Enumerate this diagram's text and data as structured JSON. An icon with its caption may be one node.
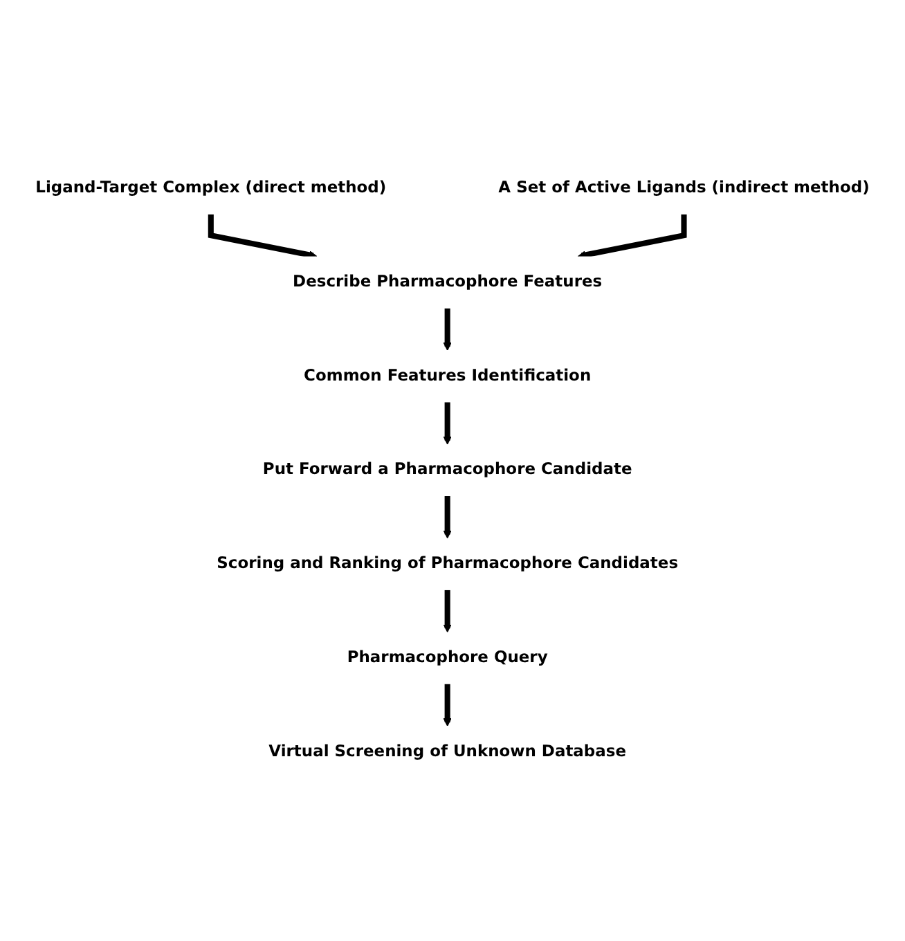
{
  "diagram": {
    "nodes": [
      {
        "text": [
          "Ligand-Target Complex (direct method)"
        ]
      },
      {
        "text": [
          "A Set of Active Ligands (indirect method)"
        ]
      },
      {
        "text": [
          "Describe Pharmacophore Features"
        ]
      },
      {
        "text": [
          "Common Features Identification"
        ]
      },
      {
        "text": [
          "Put Forward a Pharmacophore Candidate"
        ]
      },
      {
        "text": [
          "Scoring and Ranking of Pharmacophore Candidates"
        ]
      },
      {
        "text": [
          "Pharmacophore Query"
        ]
      },
      {
        "text": [
          "Virtual Screening of Unknown Database"
        ]
      }
    ],
    "edges": [
      {
        "from": 0,
        "to": 2,
        "arrow": "to"
      },
      {
        "from": 1,
        "to": 2,
        "arrow": "to"
      },
      {
        "from": 2,
        "to": 3,
        "arrow": "to"
      },
      {
        "from": 3,
        "to": 4,
        "arrow": "to"
      },
      {
        "from": 4,
        "to": 5,
        "arrow": "to"
      },
      {
        "from": 5,
        "to": 6,
        "arrow": "to"
      },
      {
        "from": 6,
        "to": 7,
        "arrow": "to"
      }
    ]
  }
}
